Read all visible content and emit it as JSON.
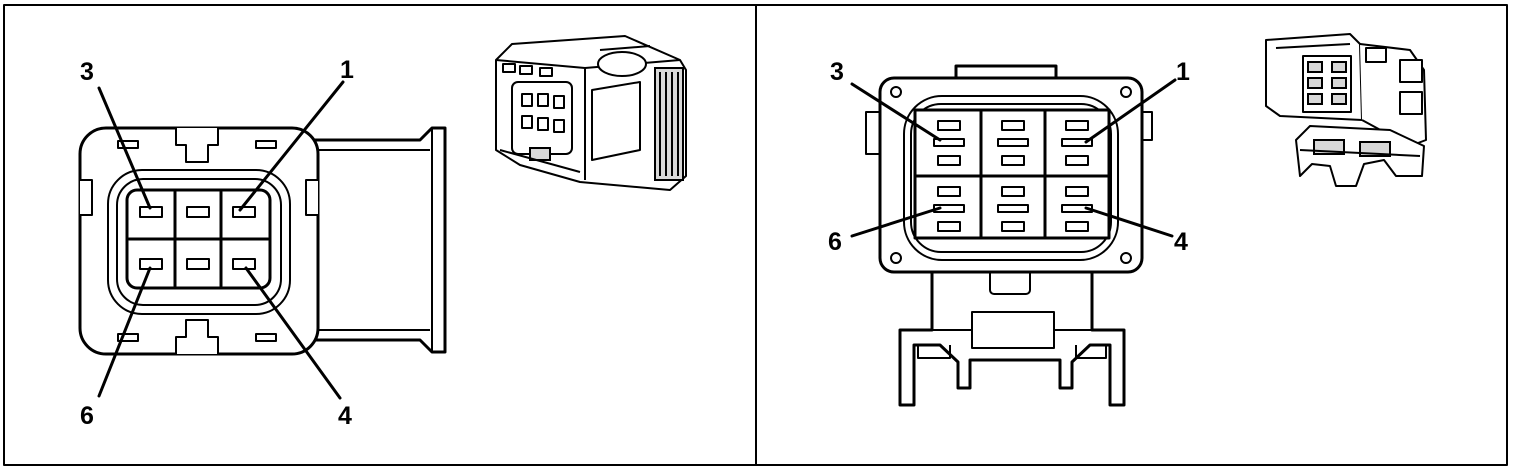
{
  "left_panel": {
    "pin_labels": {
      "pin3": "3",
      "pin1": "1",
      "pin6": "6",
      "pin4": "4"
    }
  },
  "right_panel": {
    "pin_labels": {
      "pin3": "3",
      "pin1": "1",
      "pin6": "6",
      "pin4": "4"
    }
  },
  "colors": {
    "line": "#000000",
    "background": "#ffffff",
    "shade": "#d8d8d8"
  }
}
